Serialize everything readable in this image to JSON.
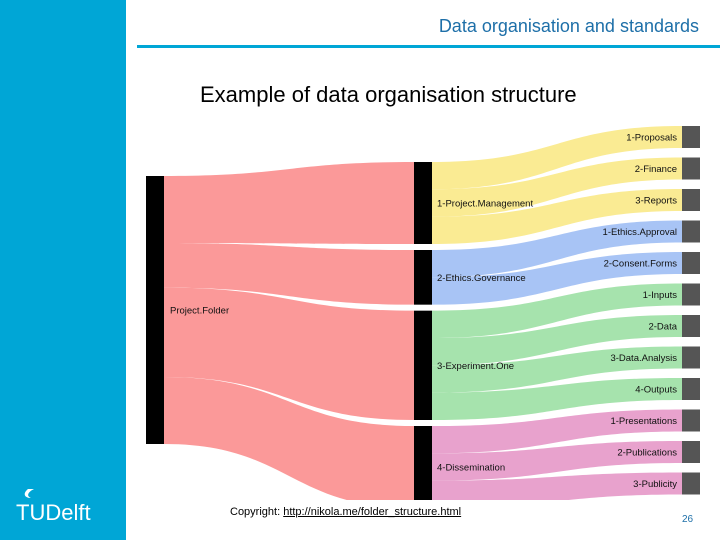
{
  "header": {
    "title": "Data organisation and standards"
  },
  "slide": {
    "title": "Example of data organisation structure"
  },
  "sidebar": {
    "logo": {
      "text": "TUDelft",
      "color": "#ffffff",
      "background": "#00a6d6"
    }
  },
  "diagram": {
    "root": {
      "label": "Project.Folder",
      "color": "#fb9999"
    },
    "groups": [
      {
        "label": "1-Project.Management",
        "color": "#faeb93",
        "children": [
          "1-Proposals",
          "2-Finance",
          "3-Reports"
        ]
      },
      {
        "label": "2-Ethics.Governance",
        "color": "#a8c4f5",
        "children": [
          "1-Ethics.Approval",
          "2-Consent.Forms"
        ]
      },
      {
        "label": "3-Experiment.One",
        "color": "#a6e3ad",
        "children": [
          "1-Inputs",
          "2-Data",
          "3-Data.Analysis",
          "4-Outputs"
        ]
      },
      {
        "label": "4-Dissemination",
        "color": "#e8a2cd",
        "children": [
          "1-Presentations",
          "2-Publications",
          "3-Publicity"
        ]
      }
    ],
    "node_bar_color": "#000000",
    "leaf_bar_color": "#555555"
  },
  "footer": {
    "copyright_prefix": "Copyright: ",
    "copyright_link": "http://nikola.me/folder_structure.html",
    "page_number": "26"
  }
}
